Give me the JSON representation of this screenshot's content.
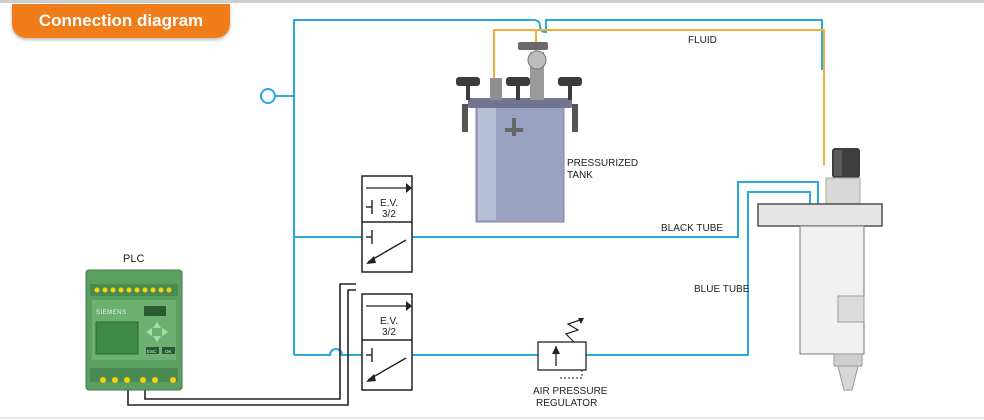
{
  "header": {
    "title": "Connection diagram"
  },
  "components": {
    "plc": {
      "label": "PLC",
      "brand": "SIEMENS",
      "key_esc": "ESC",
      "key_ok": "OK"
    },
    "valve_top": {
      "line1": "E.V.",
      "line2": "3/2"
    },
    "valve_bottom": {
      "line1": "E.V.",
      "line2": "3/2"
    },
    "tank": {
      "line1": "PRESSURIZED",
      "line2": "TANK"
    },
    "regulator": {
      "line1": "AIR PRESSURE",
      "line2": "REGULATOR"
    }
  },
  "lines": {
    "fluid": {
      "label": "FLUID",
      "color": "#f2ad3c"
    },
    "black_tube": {
      "label": "BLACK TUBE",
      "color": "#2aa9e0"
    },
    "blue_tube": {
      "label": "BLUE TUBE",
      "color": "#2aa9e0"
    },
    "signal": {
      "color": "#222222"
    }
  },
  "colors": {
    "accent": "#f07c1a",
    "plc_body": "#5aa060",
    "plc_screen": "#3c8a44",
    "tank_body": "#9aa2c2"
  }
}
